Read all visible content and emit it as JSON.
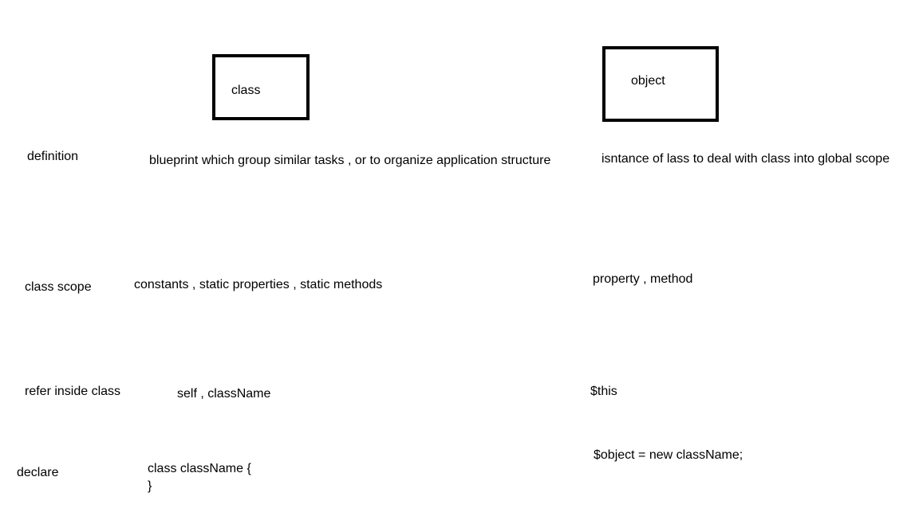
{
  "headers": {
    "class": "class",
    "object": "object"
  },
  "rows": [
    {
      "label": "definition",
      "class_value": "blueprint which group similar tasks , or to organize application structure",
      "object_value": "isntance of lass to deal with class into global scope"
    },
    {
      "label": "class scope",
      "class_value": "constants , static properties , static methods",
      "object_value": "property , method"
    },
    {
      "label": "refer inside class",
      "class_value": "self , className",
      "object_value": "$this"
    },
    {
      "label": "declare",
      "class_value_lines": [
        "class className {",
        "}"
      ],
      "object_value": "$object = new className;"
    }
  ]
}
